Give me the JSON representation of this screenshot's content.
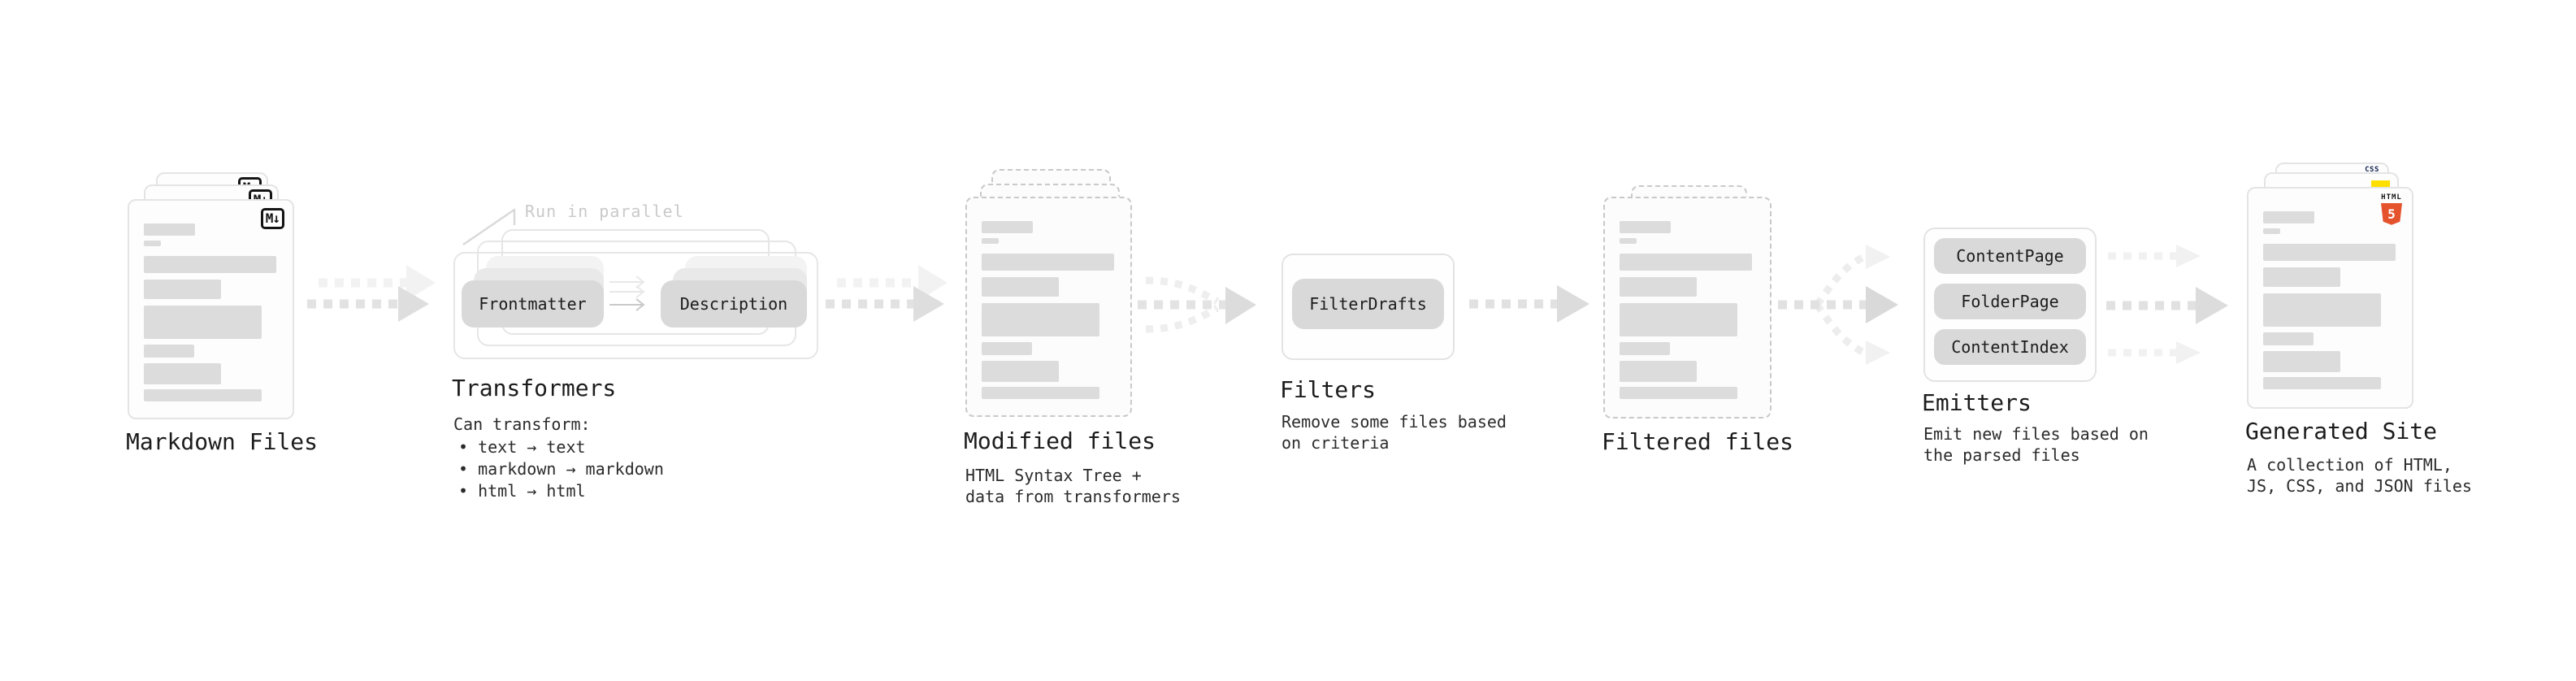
{
  "nodes": {
    "markdown_files": {
      "label": "Markdown Files"
    },
    "transformers": {
      "label": "Transformers",
      "annotation": "Run in parallel",
      "pills": [
        "Frontmatter",
        "Description"
      ],
      "description": "Can transform:",
      "bullets": [
        "• text → text",
        "• markdown → markdown",
        "• html → html"
      ]
    },
    "modified_files": {
      "label": "Modified files",
      "description": "HTML Syntax Tree +\ndata from transformers"
    },
    "filters": {
      "label": "Filters",
      "pills": [
        "FilterDrafts"
      ],
      "description": "Remove some files based\non criteria"
    },
    "filtered_files": {
      "label": "Filtered files"
    },
    "emitters": {
      "label": "Emitters",
      "pills": [
        "ContentPage",
        "FolderPage",
        "ContentIndex"
      ],
      "description": "Emit new files based on\nthe parsed files"
    },
    "generated_site": {
      "label": "Generated Site",
      "description": "A collection of HTML,\nJS, CSS, and JSON files"
    }
  },
  "icons": {
    "markdown_badge": "M↓",
    "html_label": "HTML",
    "html5_number": "5",
    "css_label": "CSS"
  },
  "colors": {
    "html5_orange": "#e5532d",
    "js_yellow": "#ffdf00",
    "css_blue": "#2965f1",
    "flow_gray": "#e0e0e0",
    "placeholder_gray": "#dcdcdc"
  },
  "flow": [
    "Markdown Files → Transformers",
    "Transformers → Modified files",
    "Modified files → Filters",
    "Filters → Filtered files",
    "Filtered files → Emitters",
    "Emitters → Generated Site"
  ]
}
